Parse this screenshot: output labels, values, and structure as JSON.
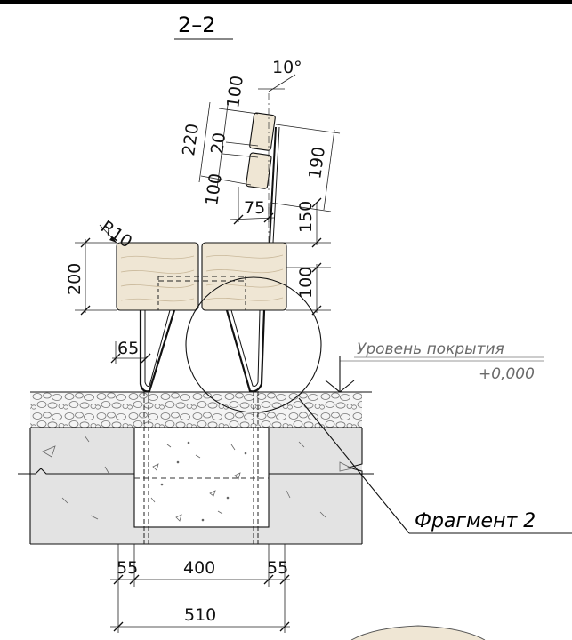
{
  "section_title": "2–2",
  "dimensions": {
    "angle": "10°",
    "back_board_height": "100",
    "back_total": "220",
    "back_gap": "20",
    "back_lower_board": "100",
    "back_height": "190",
    "back_offset": "75",
    "back_post": "150",
    "corner_radius": "R10",
    "seat_height": "200",
    "seat_depth": "100",
    "leg_width": "65",
    "foot_left": "55",
    "foot_width": "400",
    "foot_right": "55",
    "foot_total": "510"
  },
  "labels": {
    "surface_level": "Уровень покрытия",
    "surface_elevation": "+0,000",
    "fragment": "Фрагмент 2"
  },
  "colors": {
    "wood": "#efe6d4",
    "wood_grain": "#c9b89a",
    "gravel": "#f4f4f4",
    "concrete": "#e3e3e3",
    "footing": "#ffffff"
  }
}
